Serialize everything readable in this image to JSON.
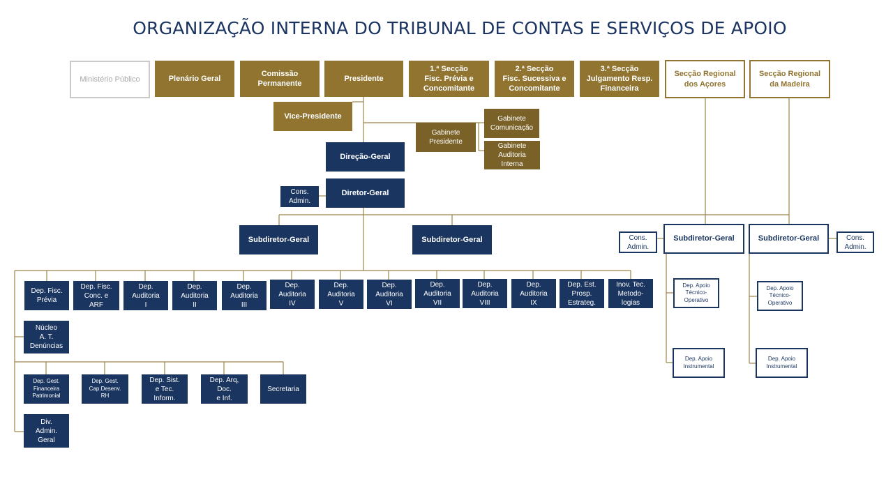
{
  "title": "ORGANIZAÇÃO INTERNA DO TRIBUNAL DE CONTAS E SERVIÇOS DE APOIO",
  "colors": {
    "title": "#1c3461",
    "gold": "#907430",
    "dark_gold": "#7a6128",
    "navy": "#1a355f",
    "line": "#9a8448",
    "gray": "#c9c9c9"
  },
  "top": {
    "ministerio": "Ministério Público",
    "plenario": "Plenário Geral",
    "comissao": "Comissão\nPermanente",
    "presidente": "Presidente",
    "seccao1": "1.ª Secção\nFisc. Prévia e\nConcomitante",
    "seccao2": "2.ª Secção\nFisc. Sucessiva e\nConcomitante",
    "seccao3": "3.ª Secção\nJulgamento Resp.\nFinanceira",
    "acores": "Secção Regional\ndos Açores",
    "madeira": "Secção Regional\nda Madeira"
  },
  "presidency": {
    "vice": "Vice-Presidente",
    "gabinete_presidente": "Gabinete\nPresidente",
    "gabinete_comunicacao": "Gabinete\nComunicação",
    "gabinete_auditoria": "Gabinete\nAuditoria\nInterna"
  },
  "direction": {
    "direcao_geral": "Direção-Geral",
    "diretor_geral": "Diretor-Geral",
    "cons_admin": "Cons.\nAdmin.",
    "subdiretor_1": "Subdiretor-Geral",
    "subdiretor_2": "Subdiretor-Geral"
  },
  "departments": [
    "Dep. Fisc.\nPrévia",
    "Dep. Fisc.\nConc. e\nARF",
    "Dep.\nAuditoria\nI",
    "Dep.\nAuditoria\nII",
    "Dep.\nAuditoria\nIII",
    "Dep.\nAuditoria\nIV",
    "Dep.\nAuditoria\nV",
    "Dep.\nAuditoria\nVI",
    "Dep.\nAuditoria\nVII",
    "Dep.\nAuditoria\nVIII",
    "Dep.\nAuditoria\nIX",
    "Dep. Est.\nProsp.\nEstrateg.",
    "Inov. Tec.\nMetodo-\nlogias"
  ],
  "nucleo": "Núcleo\nA. T.\nDenúncias",
  "support": [
    "Dep. Gest.\nFinanceira\nPatrimonial",
    "Dep. Gest.\nCap.Desenv.\nRH",
    "Dep. Sist.\ne Tec.\nInform.",
    "Dep. Arq,\nDoc.\ne Inf.",
    "Secretaria"
  ],
  "div_admin": "Div.\nAdmin.\nGeral",
  "regional_acores": {
    "cons_admin": "Cons.\nAdmin.",
    "subdiretor": "Subdiretor-Geral",
    "dep_tecnico": "Dep. Apoio\nTécnico-\nOperativo",
    "dep_instrumental": "Dep. Apoio\nInstrumental"
  },
  "regional_madeira": {
    "cons_admin": "Cons.\nAdmin.",
    "subdiretor": "Subdiretor-Geral",
    "dep_tecnico": "Dep. Apoio\nTécnico-\nOperativo",
    "dep_instrumental": "Dep. Apoio\nInstrumental"
  }
}
